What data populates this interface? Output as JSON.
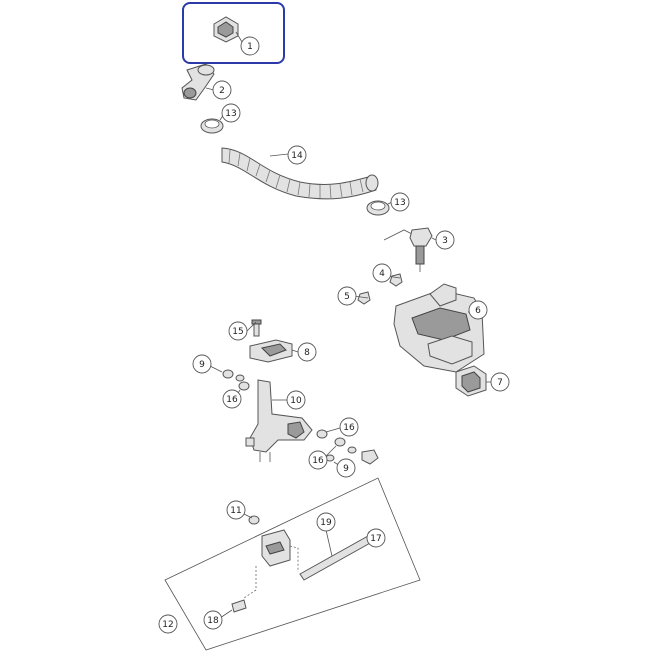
{
  "callouts": [
    "1",
    "2",
    "3",
    "4",
    "5",
    "6",
    "7",
    "8",
    "9",
    "9",
    "10",
    "11",
    "12",
    "13",
    "13",
    "14",
    "15",
    "16",
    "16",
    "16",
    "17",
    "18",
    "19"
  ],
  "highlight_color": "#2b3aa8",
  "line_color": "#555555",
  "part_fill": "#e2e2e2"
}
